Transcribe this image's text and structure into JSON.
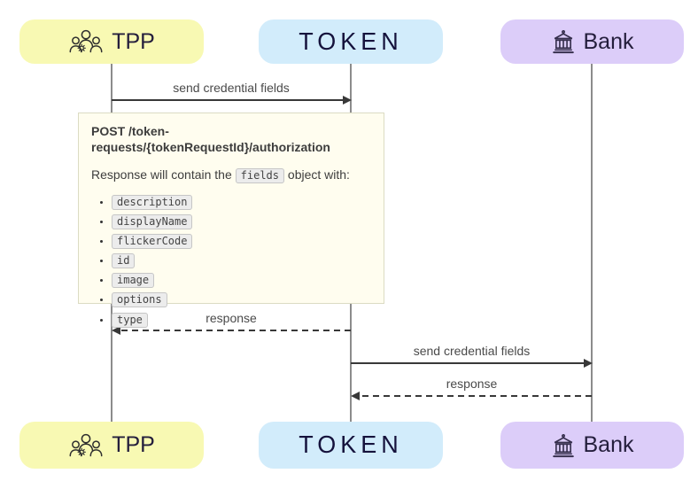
{
  "diagram_type": "sequence-diagram",
  "actors": [
    {
      "id": "tpp",
      "label": "TPP",
      "fill": "#F8F9B3",
      "icon": "users-gear-icon"
    },
    {
      "id": "token",
      "label": "TOKEN",
      "fill": "#D2ECFB",
      "icon": "token-wordmark"
    },
    {
      "id": "bank",
      "label": "Bank",
      "fill": "#DCCDF9",
      "icon": "bank-icon"
    }
  ],
  "messages": [
    {
      "from": "TPP",
      "to": "TOKEN",
      "label": "send credential fields",
      "line": "solid"
    },
    {
      "from": "TOKEN",
      "to": "TPP",
      "label": "response",
      "line": "dashed"
    },
    {
      "from": "TOKEN",
      "to": "Bank",
      "label": "send credential fields",
      "line": "solid"
    },
    {
      "from": "Bank",
      "to": "TOKEN",
      "label": "response",
      "line": "dashed"
    }
  ],
  "note": {
    "title": "POST /token-requests/{tokenRequestId}/authorization",
    "body_prefix": "Response will contain the",
    "body_code": "fields",
    "body_suffix": "object with:",
    "fields": [
      "description",
      "displayName",
      "flickerCode",
      "id",
      "image",
      "options",
      "type"
    ]
  },
  "colors": {
    "background": "#FFFFFF",
    "actor_tpp_fill": "#F8F9B3",
    "actor_token_fill": "#D2ECFB",
    "actor_bank_fill": "#DCCDF9",
    "actor_text": "#241E3C",
    "token_logo_text": "#15123C",
    "lifeline": "#8C8C8C",
    "arrow": "#383838",
    "message_text": "#4A4A4A",
    "note_fill": "#FFFDEF",
    "note_border": "#DBDBC3",
    "note_text": "#3D3D3D",
    "chip_fill": "#ECECEC",
    "chip_border": "#C6C6C6"
  }
}
